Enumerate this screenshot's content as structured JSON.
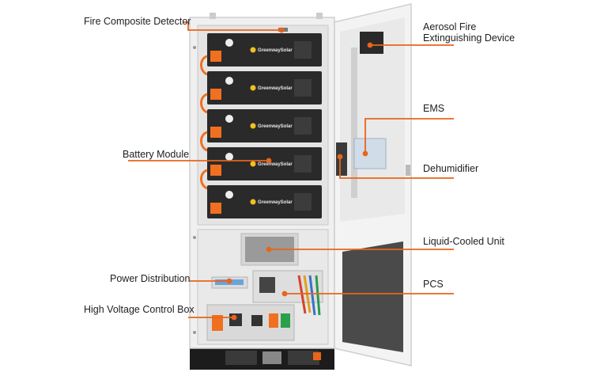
{
  "labels": {
    "fire_composite_detector": "Fire Composite Detector",
    "battery_module": "Battery Module",
    "power_distribution": "Power Distribution",
    "high_voltage_control_box": "High Voltage Control Box",
    "aerosol_line1": "Aerosol Fire",
    "aerosol_line2": "Extinguishing Device",
    "ems": "EMS",
    "dehumidifier": "Dehumidifier",
    "liquid_cooled_unit": "Liquid-Cooled Unit",
    "pcs": "PCS"
  },
  "brand": {
    "module_logo": "GreenwaySolar"
  },
  "colors": {
    "leader_line": "#e8651a",
    "cabinet_body": "#eeeeee",
    "module": "#2a2a2a",
    "cable": "#f07020"
  },
  "battery_modules": 5
}
